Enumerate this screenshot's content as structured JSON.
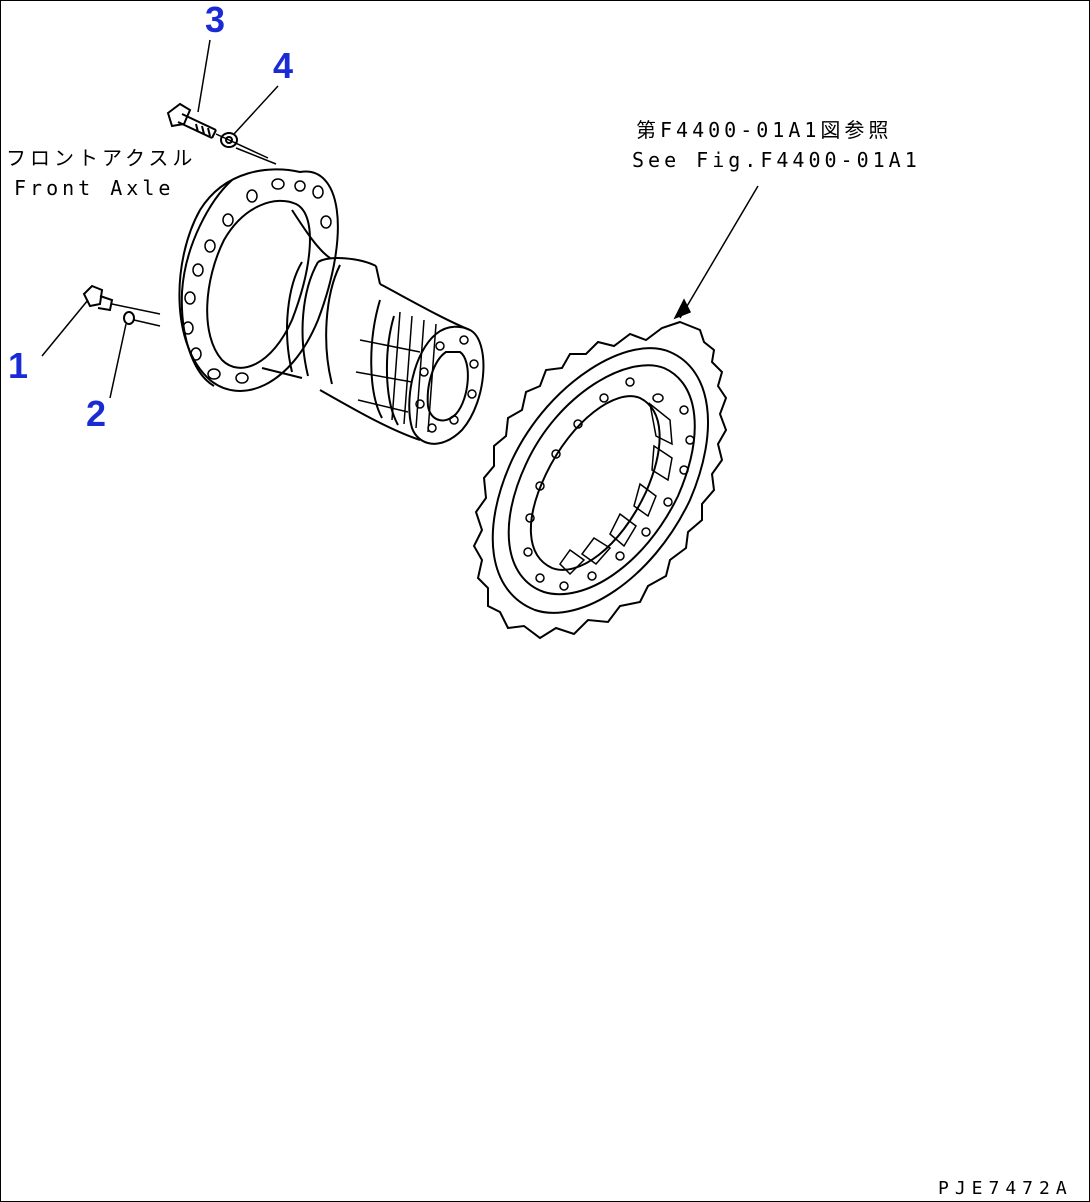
{
  "callouts": [
    {
      "number": "1"
    },
    {
      "number": "2"
    },
    {
      "number": "3"
    },
    {
      "number": "4"
    }
  ],
  "labels": {
    "front_axle_jp": "フロントアクスル",
    "front_axle_en": "Front Axle",
    "see_fig_jp": "第F4400-01A1図参照",
    "see_fig_en": "See Fig.F4400-01A1"
  },
  "drawing_code": "PJE7472A",
  "colors": {
    "callout": "#1a2bd6",
    "line": "#000000",
    "background": "#ffffff"
  }
}
